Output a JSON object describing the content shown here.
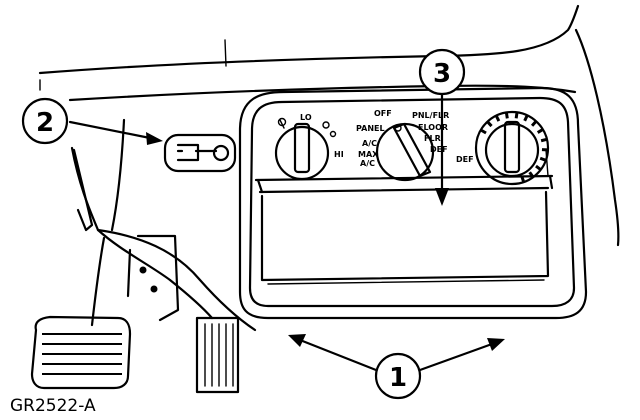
{
  "figure_id": "GR2522-A",
  "callouts": [
    {
      "number": "1"
    },
    {
      "number": "2"
    },
    {
      "number": "3"
    }
  ],
  "blower_knob": {
    "lo_label": "LO",
    "hi_label": "HI"
  },
  "function_knob": {
    "labels": [
      "OFF",
      "PANEL",
      "A/C",
      "MAX",
      "A/C",
      "PNL/FLR",
      "FLOOR",
      "FLR",
      "DEF"
    ]
  },
  "temp_knob": {
    "label": "DEF"
  },
  "colors": {
    "ink": "#000000",
    "paper": "#ffffff"
  }
}
